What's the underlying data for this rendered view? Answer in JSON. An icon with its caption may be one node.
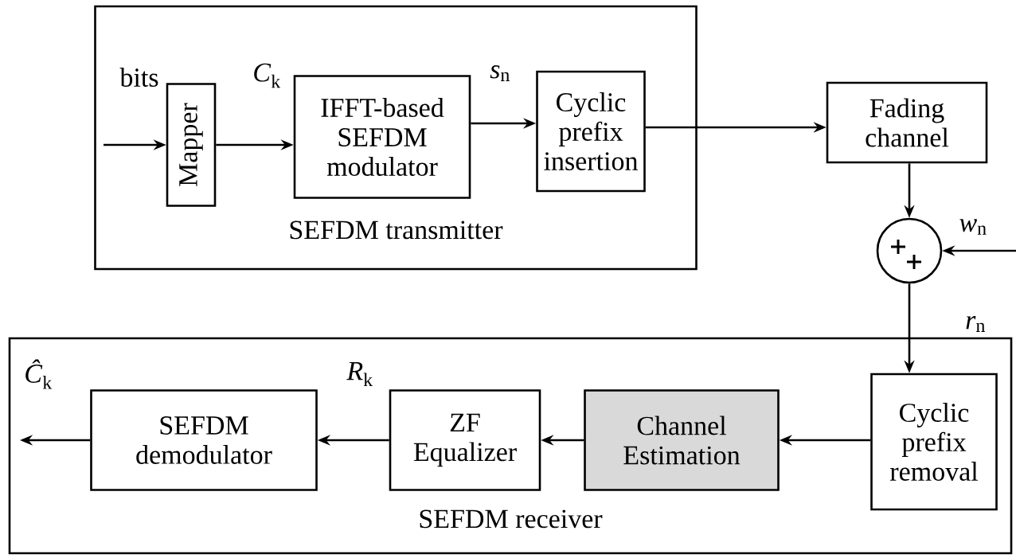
{
  "diagram": {
    "nodes": [
      {
        "text": [
          "SEFDM transmitter"
        ]
      },
      {
        "text": [
          "Mapper"
        ],
        "in": 0
      },
      {
        "text": [
          "IFFT-based SEFDM modulator"
        ],
        "in": 0
      },
      {
        "text": [
          "Cyclic prefix insertion"
        ],
        "in": 0
      },
      {
        "text": [
          "Fading channel"
        ]
      },
      {
        "text": [],
        "shape": "circle"
      },
      {
        "text": [
          "SEFDM receiver"
        ]
      },
      {
        "text": [
          "Cyclic prefix removal"
        ],
        "in": 6
      },
      {
        "text": [
          "Channel Estimation"
        ],
        "in": 6
      },
      {
        "text": [
          "ZF Equalizer"
        ],
        "in": 6
      },
      {
        "text": [
          "SEFDM demodulator"
        ],
        "in": 6
      }
    ],
    "edges": [
      {
        "from": null,
        "to": 1,
        "arrow": "to",
        "label": "bits"
      },
      {
        "from": 1,
        "to": 2,
        "arrow": "to",
        "label": "*C*$_{k}$"
      },
      {
        "from": 2,
        "to": 3,
        "arrow": "to",
        "label": "*s*$_{n}$"
      },
      {
        "from": 3,
        "to": 4,
        "arrow": "to"
      },
      {
        "from": 4,
        "to": 5,
        "arrow": "to"
      },
      {
        "from": null,
        "to": 5,
        "arrow": "to",
        "label": "*w*$_{n}$"
      },
      {
        "from": 5,
        "to": 7,
        "arrow": "to",
        "label": "*r*$_{n}$"
      },
      {
        "from": 7,
        "to": 8,
        "arrow": "to"
      },
      {
        "from": 8,
        "to": 9,
        "arrow": "to"
      },
      {
        "from": 9,
        "to": 10,
        "arrow": "to",
        "label": "*R*$_{k}$"
      },
      {
        "from": 10,
        "to": null,
        "arrow": "to",
        "label": "*Ĉ*$_{k}$"
      }
    ]
  }
}
